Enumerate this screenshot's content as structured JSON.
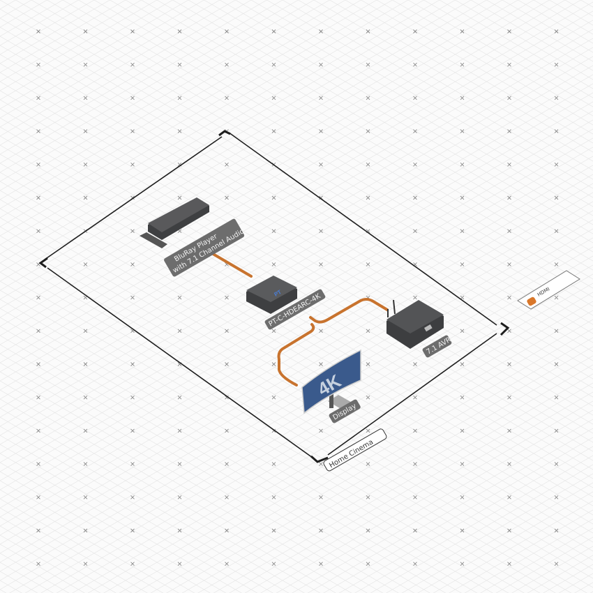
{
  "zone": {
    "label": "Home Cinema"
  },
  "devices": [
    {
      "id": "bluray",
      "label_line1": "BluRay Player",
      "label_line2": "with 7.1 Channel Audio"
    },
    {
      "id": "extractor",
      "label": "PT-C-HDEARC-4K",
      "brand": "PT"
    },
    {
      "id": "avr",
      "label": "7.1 AVR"
    },
    {
      "id": "display",
      "label": "Display",
      "screen_text": "4K"
    }
  ],
  "legend": {
    "items": [
      {
        "label": "HDMI",
        "color": "#d9772a"
      }
    ]
  },
  "colors": {
    "cable": "#c8732e",
    "device": "#4e4f51",
    "tag": "#6d6d6d",
    "boundary": "#1e1e1e"
  }
}
